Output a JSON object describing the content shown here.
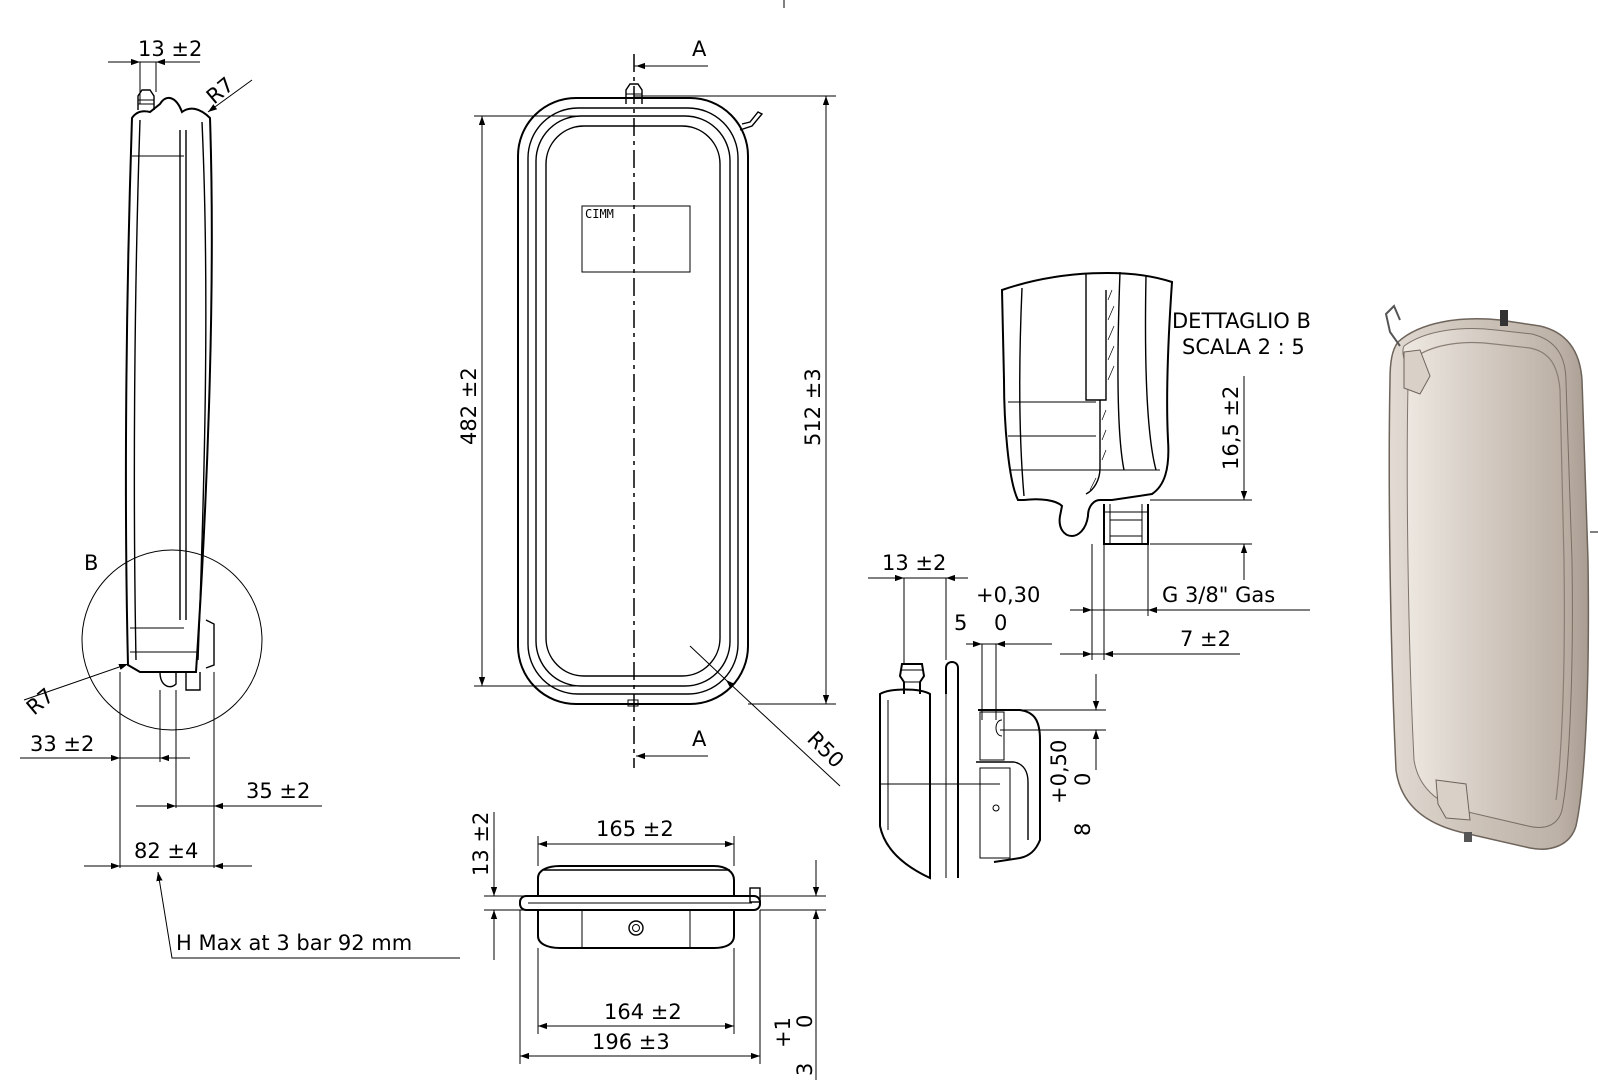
{
  "side_view": {
    "top_width": "13 ±2",
    "top_radius": "R7",
    "detail_label": "B",
    "bottom_radius": "R7",
    "left_offset": "33 ±2",
    "right_offset": "35 ±2",
    "overall_depth": "82 ±4",
    "max_height_note": "H Max at 3 bar 92 mm"
  },
  "front_view": {
    "section_label_top": "A",
    "section_label_bottom": "A",
    "label_plate": "CIMM",
    "inner_height": "482 ±2",
    "overall_height": "512 ±3",
    "corner_radius": "R50"
  },
  "bottom_view": {
    "top_width": "165 ±2",
    "flange_height": "13 ±2",
    "bottom_width": "164 ±2",
    "overall_width": "196 ±3",
    "tolerance_upper": "+1",
    "tolerance_lower": "0",
    "nominal": "3"
  },
  "section_view": {
    "valve_width": "13 ±2",
    "tolerance_upper": "+0,30",
    "tolerance_lower": "0",
    "nominal": "5",
    "bracket_tolerance_upper": "+0,50",
    "bracket_tolerance_lower": "0",
    "bracket_nominal": "8"
  },
  "detail_b": {
    "title": "DETTAGLIO B",
    "scale": "SCALA 2 : 5",
    "height": "16,5 ±2",
    "thread": "G 3/8\" Gas",
    "offset": "7 ±2"
  },
  "colors": {
    "line": "#000000",
    "tank_body": "#c9bfb4",
    "tank_shade": "#a99d92",
    "tank_highlight": "#e2dbd3"
  }
}
